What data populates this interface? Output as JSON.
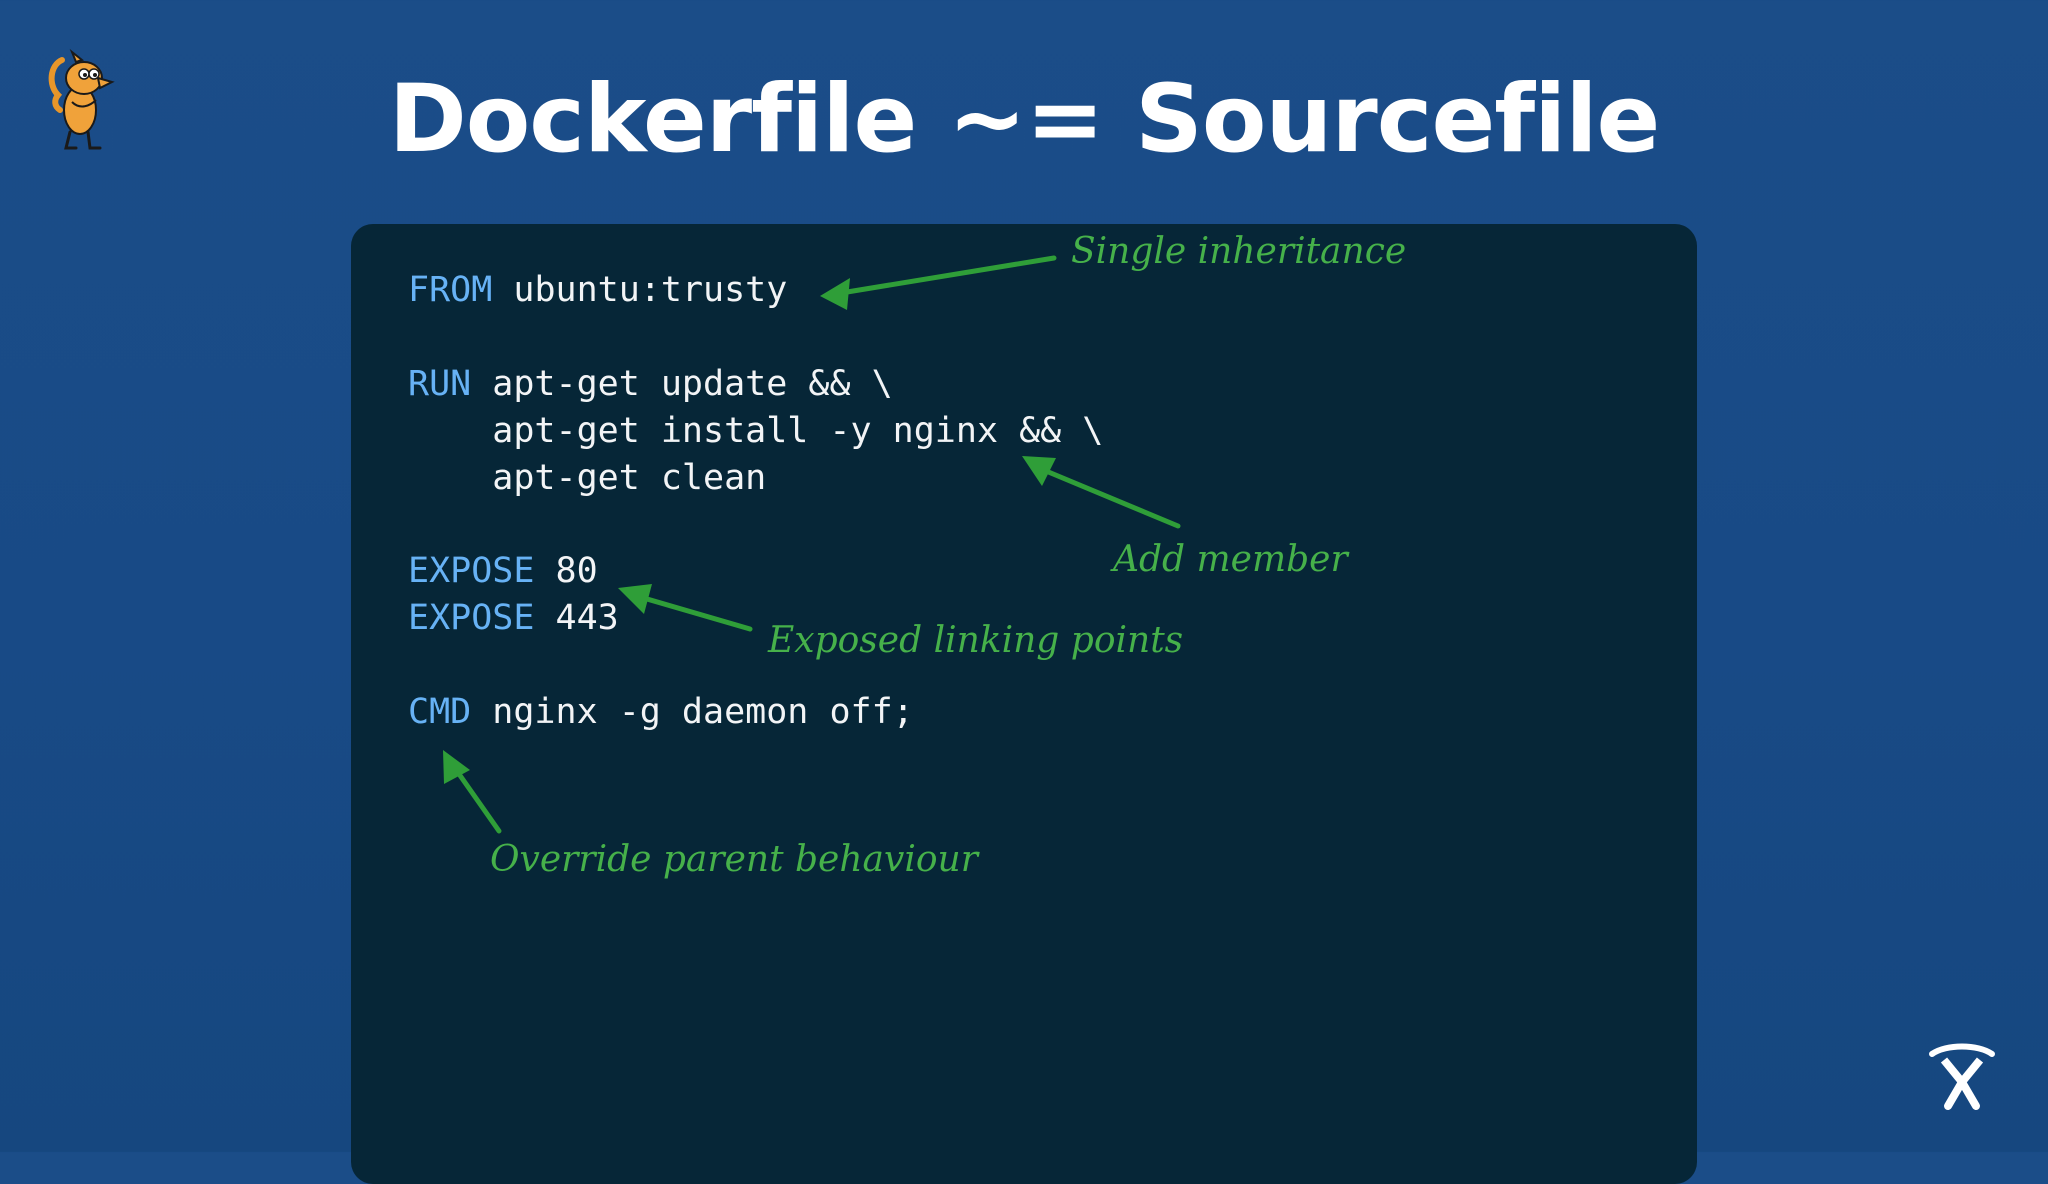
{
  "slide": {
    "title": "Dockerfile ~= Sourcefile"
  },
  "code": {
    "lines": [
      {
        "kw": "FROM",
        "rest": " ubuntu:trusty"
      },
      {
        "kw": "RUN",
        "rest": " apt-get update && \\"
      },
      {
        "kw": "",
        "rest": "    apt-get install -y nginx && \\"
      },
      {
        "kw": "",
        "rest": "    apt-get clean"
      },
      {
        "kw": "EXPOSE",
        "rest": " 80"
      },
      {
        "kw": "EXPOSE",
        "rest": " 443"
      },
      {
        "kw": "CMD",
        "rest": " nginx -g daemon off;"
      }
    ]
  },
  "annotations": {
    "single_inheritance": "Single inheritance",
    "add_member": "Add member",
    "exposed_linking_points": "Exposed linking points",
    "override_parent_behaviour": "Override parent behaviour"
  },
  "colors": {
    "background": "#1b4d88",
    "code_panel": "#062637",
    "keyword": "#67b2f5",
    "code_text": "#f2f4f6",
    "annotation": "#46b14a"
  },
  "icons": {
    "mascot": "cartoon-mascot-icon",
    "brand": "atlassian-logo-icon"
  }
}
